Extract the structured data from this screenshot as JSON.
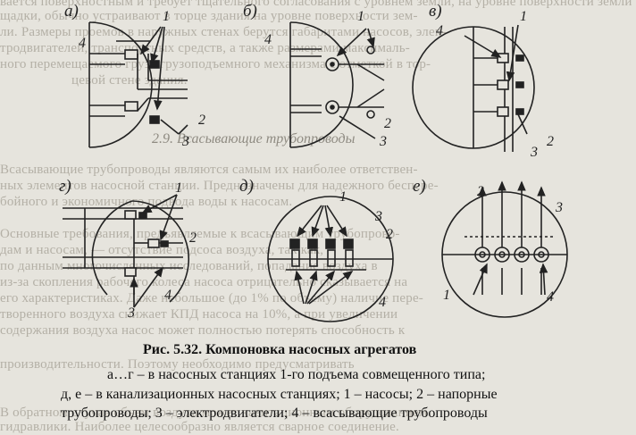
{
  "background_text": {
    "lines": [
      "вается поверхностным и требует тщательного согласования с уровнем земли, на уровне поверхности земли",
      "щадки, обычно устраивают в торце здания на уровне поверхности зем-",
      "ли. Размеры проемов в наружных стенах берутся габаритами насосов, элек-",
      "тродвигателей, транспортных средств, а также размерами максималь-",
      "ного перемещаемого груза грузоподъемного механизма с отметкой в тор-",
      "цевой стене здания."
    ],
    "section_heading": "2.9. Всасывающие трубопроводы",
    "lower_lines": [
      "Всасывающие трубопроводы являются самым их наиболее ответствен-",
      "ных элементов насосной станции. Предназначены для надежного бесперe-",
      "бойного и экономичного подвода воды к насосам.",
      "Основные требования, предъявляемые к всасывающим трубопрово-",
      "дам и насосам, — отсутствие подсоса воздуха, так как,",
      "по данным многочисленных исследований, попадание воздуха в",
      "из-за скопления рабочего колеса насоса отрицательно сказывается на",
      "его характеристиках. Даже небольшое (до 1% по объему) наличие пере-",
      "творенного воздуха снижает КПД насоса на 10%, а при увеличении",
      "содержания воздуха насос может полностью потерять способность к",
      "производительности. Поэтому необходимо предусматривать",
      "В обратном случае объем воздуха может кавитационным оборудованием",
      "гидравлики. Наиболее целесообразно является сварное соединение."
    ]
  },
  "figure": {
    "panel_labels": [
      "а)",
      "б)",
      "в)",
      "г)",
      "д)",
      "е)"
    ],
    "callouts": {
      "a": [
        "4",
        "1",
        "2",
        "3"
      ],
      "b": [
        "1",
        "4",
        "2",
        "3"
      ],
      "v": [
        "4",
        "1",
        "2",
        "3"
      ],
      "g": [
        "1",
        "2",
        "3",
        "4"
      ],
      "d": [
        "1",
        "2",
        "3",
        "4"
      ],
      "e": [
        "3",
        "2",
        "4",
        "1"
      ]
    }
  },
  "caption": {
    "title": "Рис. 5.32. Компоновка насосных агрегатов",
    "line1": "а…г – в насосных станциях 1-го подъема совмещенного типа;",
    "line2": "д, е – в канализационных насосных станциях; 1 – насосы; 2 – напорные",
    "line3": "трубопроводы; 3 – электродвигатели; 4 – всасывающие трубопроводы"
  }
}
